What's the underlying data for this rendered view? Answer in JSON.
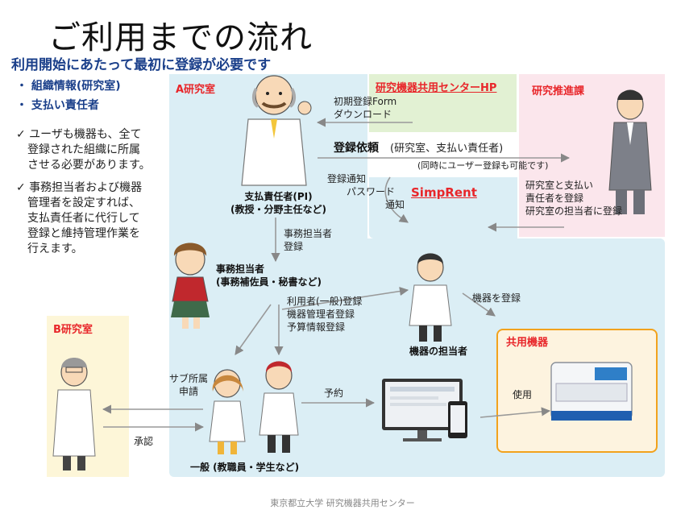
{
  "title": "ご利用までの流れ",
  "subtitle": "利用開始にあたって最初に登録が必要です",
  "bullets": [
    "・ 組織情報(研究室)",
    "・ 支払い責任者"
  ],
  "notes": [
    "✓ ユーザも機器も、全て\n　登録された組織に所属\n　させる必要があります。",
    "✓ 事務担当者および機器\n　管理者を設定すれば、\n　支払責任者に代行して\n　登録と維持管理作業を\n　行えます。"
  ],
  "zones": {
    "lab_a": "A研究室",
    "hp": "研究機器共用センターHP",
    "promo": "研究推進課",
    "simprent": "SimpRent",
    "lab_b": "B研究室",
    "shared": "共用機器"
  },
  "labels": {
    "form": "初期登録Form\nダウンロード",
    "request_main": "登録依頼",
    "request_sub": "(研究室、支払い責任者)",
    "request_note": "(同時にユーザー登録も可能です)",
    "notify1": "登録通知",
    "notify2": "パスワード",
    "notify3": "通知",
    "promo_action": "研究室と支払い\n責任者を登録\n研究室の担当者に登録",
    "pi": "支払責任者(PI)\n(教授・分野主任など)",
    "assign": "事務担当者\n登録",
    "clerk": "事務担当者\n(事務補佐員・秘書など)",
    "clerk_reg": "利用者(一般)登録\n機器管理者登録\n予算情報登録",
    "equip_manager": "機器の担当者",
    "equip_reg": "機器を登録",
    "sub_apply": "サブ所属\n申請",
    "approve": "承認",
    "reserve": "予約",
    "use": "使用",
    "general": "一般 (教職員・学生など)"
  },
  "footer": "東京都立大学 研究機器共用センター",
  "colors": {
    "lab_a": "#dbeef5",
    "hp": "#e2f1d3",
    "promo": "#fbe6ec",
    "lab_b": "#fdf6d8",
    "shared_border": "#f2a21c",
    "shared_fill": "#fdf3df",
    "accent_red": "#e8262a",
    "subtitle_blue": "#1a3f8a"
  }
}
